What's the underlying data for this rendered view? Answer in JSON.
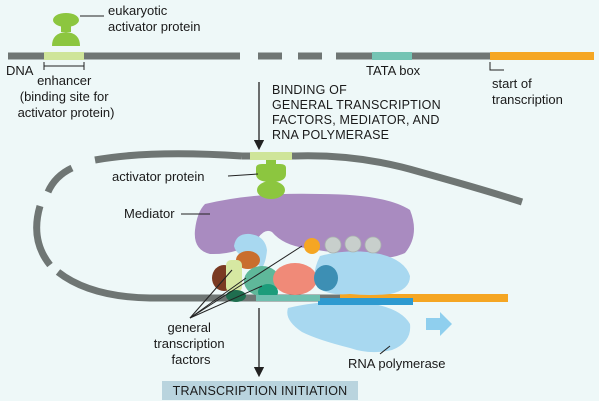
{
  "labels": {
    "activator_top": [
      "eukaryotic",
      "activator protein"
    ],
    "dna": "DNA",
    "enhancer": [
      "enhancer",
      "(binding site for",
      "activator protein)"
    ],
    "tata": "TATA box",
    "start": [
      "start of",
      "transcription"
    ],
    "step": [
      "BINDING OF",
      "GENERAL TRANSCRIPTION",
      "FACTORS, MEDIATOR, AND",
      "RNA POLYMERASE"
    ],
    "activator_bound": "activator protein",
    "mediator": "Mediator",
    "gtf": [
      "general",
      "transcription",
      "factors"
    ],
    "polymerase": "RNA polymerase",
    "initiation": "TRANSCRIPTION INITIATION"
  },
  "colors": {
    "background": "#eef8f8",
    "dna": "#6f7674",
    "enhancer": "#cfe59a",
    "activator": "#8cc63f",
    "tata": "#74c4b4",
    "transcribed": "#f5a623",
    "mediator": "#a98bc0",
    "polymerase": "#a8d8f0",
    "initiation_box": "#b9d4de"
  }
}
